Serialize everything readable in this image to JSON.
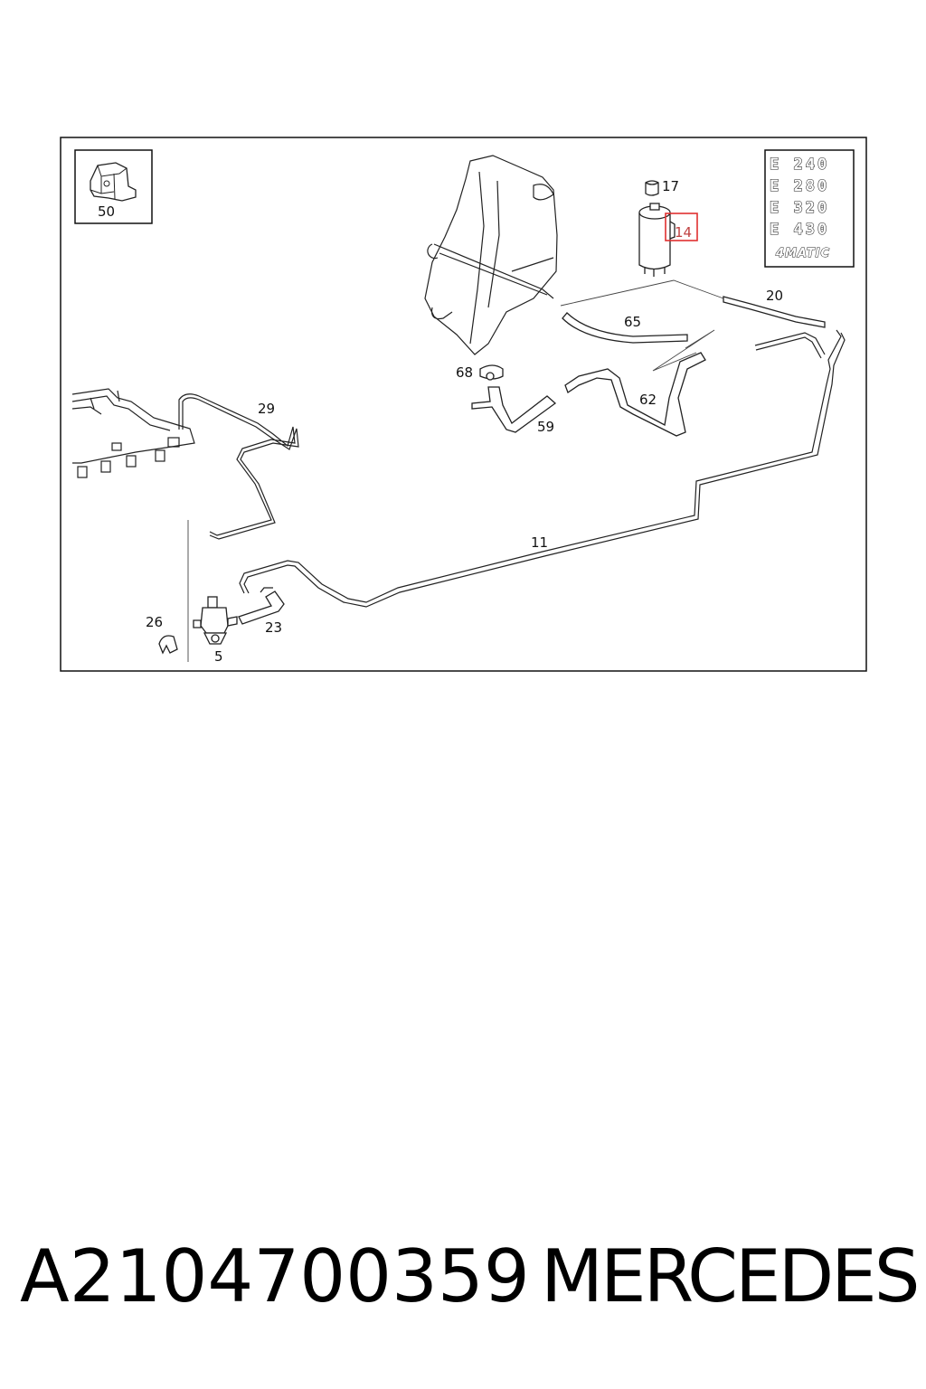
{
  "diagram": {
    "callouts": {
      "c50": "50",
      "c17": "17",
      "c14": "14",
      "c20": "20",
      "c65": "65",
      "c68": "68",
      "c62": "62",
      "c59": "59",
      "c29": "29",
      "c11": "11",
      "c26": "26",
      "c23": "23",
      "c5": "5"
    },
    "highlighted_callout": "14",
    "highlight_color": "#e03030",
    "badges": [
      "E 240",
      "E 280",
      "E 320",
      "E 430",
      "4MATIC"
    ]
  },
  "footer": {
    "part_number": "A2104700359",
    "brand": "MERCEDES"
  }
}
